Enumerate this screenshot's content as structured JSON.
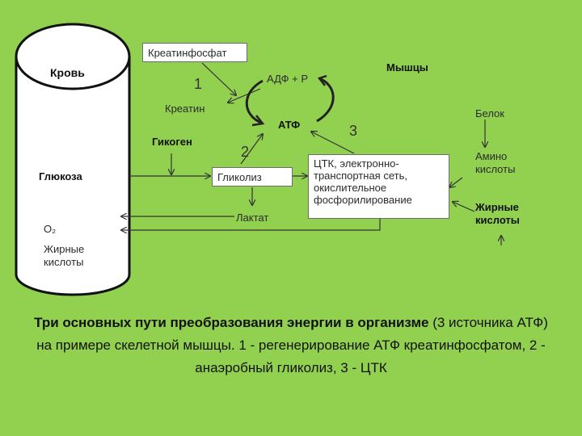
{
  "labels": {
    "blood": "Кровь",
    "muscles": "Мышцы",
    "creatine_phosphate": "Креатинфосфат",
    "adp_p": "АДФ + Р",
    "creatine": "Креатин",
    "atp": "АТФ",
    "glycogen": "Гикоген",
    "glucose": "Глюкоза",
    "glycolysis": "Гликолиз",
    "tca_line1": "ЦТК, электронно-",
    "tca_line2": "транспортная сеть,",
    "tca_line3": "окислительное",
    "tca_line4": "фосфорилирование",
    "lactate": "Лактат",
    "o2": "O₂",
    "fatty_acids_blood_1": "Жирные",
    "fatty_acids_blood_2": "кислоты",
    "protein": "Белок",
    "amino_1": "Амино",
    "amino_2": "кислоты",
    "fatty_acids_muscle_1": "Жирные",
    "fatty_acids_muscle_2": "кислоты",
    "n1": "1",
    "n2": "2",
    "n3": "3"
  },
  "caption": {
    "bold": "Три основных пути преобразования энергии в организме",
    "rest": " (3 источника АТФ) на примере скелетной мышцы. 1 - регенерирование АТФ креатинфосфатом, 2 - анаэробный гликолиз, 3 - ЦТК"
  }
}
